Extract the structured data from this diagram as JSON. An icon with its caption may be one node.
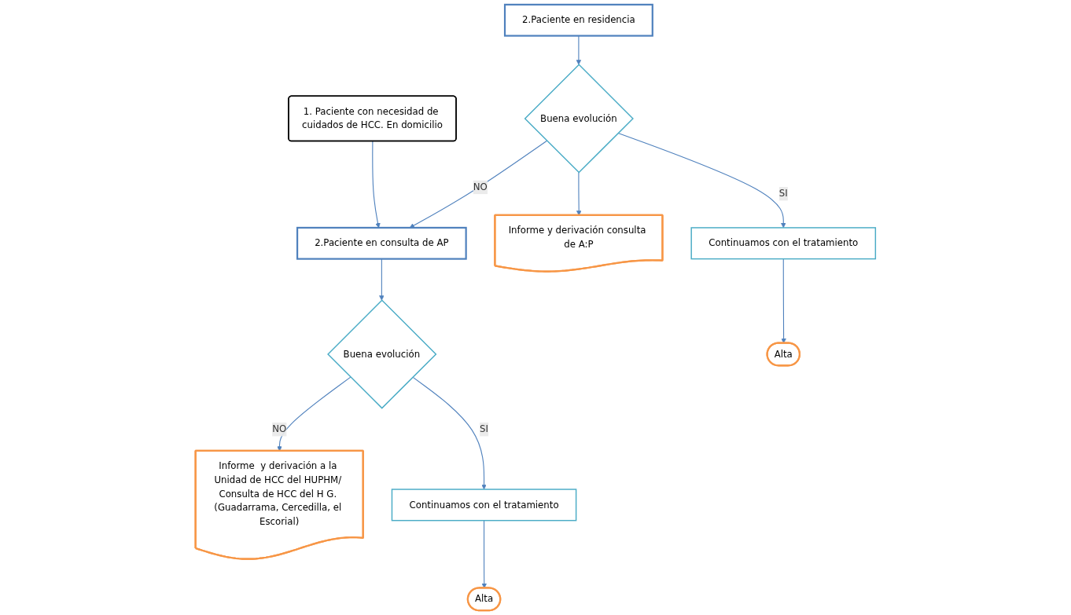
{
  "diagram": {
    "nodes": [
      {
        "text": [
          "1. Paciente con necesidad de cuidados de HCC. En domicilio"
        ]
      },
      {
        "text": [
          "2.Paciente en residencia"
        ]
      },
      {
        "text": [
          "2.Paciente en consulta de AP"
        ]
      },
      {
        "text": [
          "Buena evolución"
        ]
      },
      {
        "text": [
          "Informe y derivación consulta de A:P"
        ]
      },
      {
        "text": [
          "Continuamos con el tratamiento"
        ]
      },
      {
        "text": [
          "Alta"
        ]
      },
      {
        "text": [
          "Buena evolución"
        ]
      },
      {
        "text": [
          "Informe  y derivación a la Unidad de HCC del HUPHM/ Consulta de HCC del H G. (Guadarrama, Cercedilla, el Escorial)"
        ]
      },
      {
        "text": [
          "Continuamos con el tratamiento"
        ]
      },
      {
        "text": [
          "Alta"
        ]
      }
    ],
    "edges": [
      {
        "from": 0,
        "to": 2,
        "arrow": "to"
      },
      {
        "from": 1,
        "to": 3,
        "arrow": "to"
      },
      {
        "from": 3,
        "to": 2,
        "arrow": "to",
        "label": "NO"
      },
      {
        "from": 3,
        "to": 4,
        "arrow": "to"
      },
      {
        "from": 3,
        "to": 5,
        "arrow": "to",
        "label": "SI"
      },
      {
        "from": 5,
        "to": 6,
        "arrow": "to"
      },
      {
        "from": 2,
        "to": 7,
        "arrow": "to"
      },
      {
        "from": 7,
        "to": 8,
        "arrow": "to",
        "label": "NO"
      },
      {
        "from": 7,
        "to": 9,
        "arrow": "to",
        "label": "SI"
      },
      {
        "from": 9,
        "to": 10,
        "arrow": "to"
      }
    ]
  }
}
